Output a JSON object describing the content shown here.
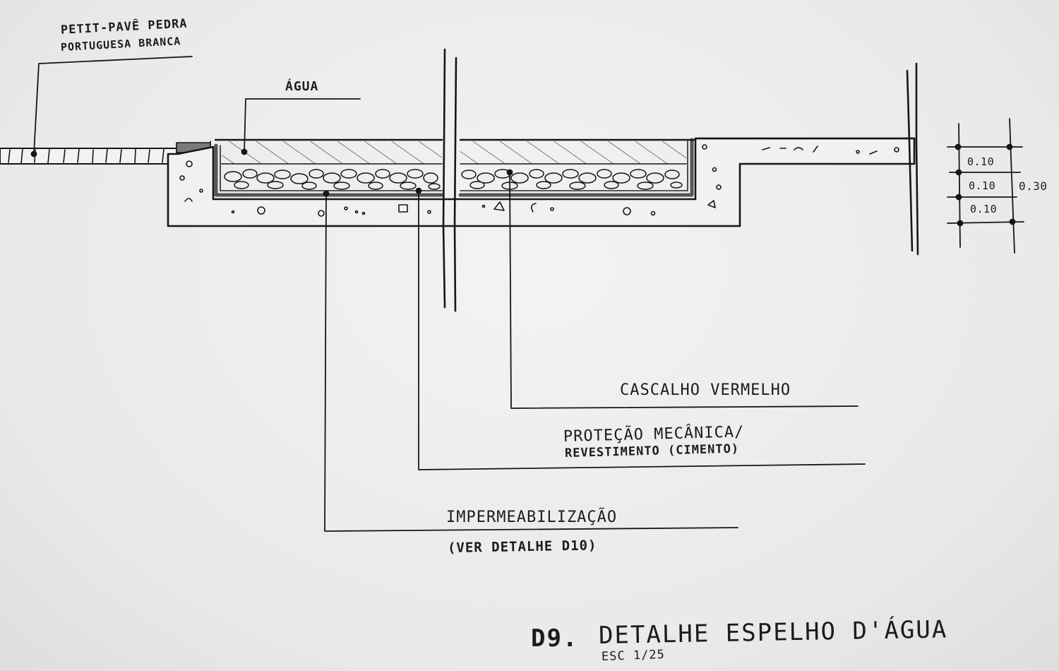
{
  "labels": {
    "petit_pave_line1": "PETIT-PAVÊ PEDRA",
    "petit_pave_line2": "PORTUGUESA BRANCA",
    "agua": "ÁGUA",
    "cascalho": "CASCALHO VERMELHO",
    "protecao_line1": "PROTEÇÃO MECÂNICA/",
    "protecao_line2": "REVESTIMENTO (CIMENTO)",
    "impermeabilizacao": "IMPERMEABILIZAÇÃO",
    "ver_detalhe": "(VER DETALHE D10)"
  },
  "dimensions": {
    "layer_1": "0.10",
    "layer_2": "0.10",
    "layer_3": "0.10",
    "total": "0.30"
  },
  "title": {
    "code": "D9.",
    "text": "DETALHE ESPELHO D'ÁGUA",
    "scale": "ESC 1/25"
  }
}
